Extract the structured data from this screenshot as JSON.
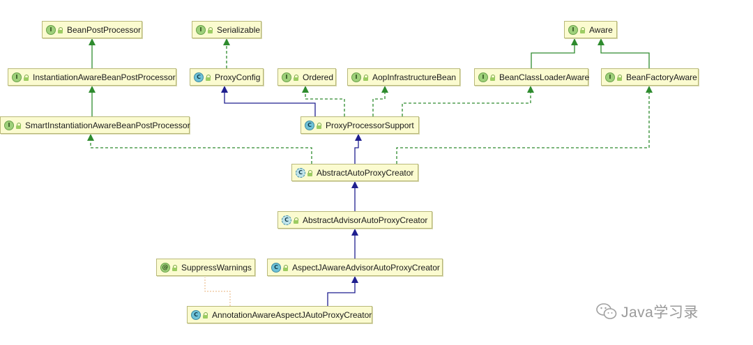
{
  "diagram": {
    "nodes": [
      {
        "id": "bean-post-processor",
        "kind": "interface",
        "badge": "I",
        "label": "BeanPostProcessor"
      },
      {
        "id": "serializable",
        "kind": "interface",
        "badge": "I",
        "label": "Serializable"
      },
      {
        "id": "aware",
        "kind": "interface",
        "badge": "I",
        "label": "Aware"
      },
      {
        "id": "instantiation-aware-bpp",
        "kind": "interface",
        "badge": "I",
        "label": "InstantiationAwareBeanPostProcessor"
      },
      {
        "id": "proxy-config",
        "kind": "class",
        "badge": "C",
        "label": "ProxyConfig"
      },
      {
        "id": "ordered",
        "kind": "interface",
        "badge": "I",
        "label": "Ordered"
      },
      {
        "id": "aop-infrastructure-bean",
        "kind": "interface",
        "badge": "I",
        "label": "AopInfrastructureBean"
      },
      {
        "id": "bean-class-loader-aware",
        "kind": "interface",
        "badge": "I",
        "label": "BeanClassLoaderAware"
      },
      {
        "id": "bean-factory-aware",
        "kind": "interface",
        "badge": "I",
        "label": "BeanFactoryAware"
      },
      {
        "id": "smart-instantiation-aware-bpp",
        "kind": "interface",
        "badge": "I",
        "label": "SmartInstantiationAwareBeanPostProcessor"
      },
      {
        "id": "proxy-processor-support",
        "kind": "class",
        "badge": "C",
        "label": "ProxyProcessorSupport"
      },
      {
        "id": "abstract-auto-proxy-creator",
        "kind": "abstract",
        "badge": "C",
        "label": "AbstractAutoProxyCreator"
      },
      {
        "id": "abstract-advisor-auto-proxy-creator",
        "kind": "abstract",
        "badge": "C",
        "label": "AbstractAdvisorAutoProxyCreator"
      },
      {
        "id": "suppress-warnings",
        "kind": "annotation",
        "badge": "@",
        "label": "SuppressWarnings"
      },
      {
        "id": "aspectj-aware-advisor-auto-proxy-creator",
        "kind": "class",
        "badge": "C",
        "label": "AspectJAwareAdvisorAutoProxyCreator"
      },
      {
        "id": "annotation-aware-aspectj-auto-proxy-creator",
        "kind": "class",
        "badge": "C",
        "label": "AnnotationAwareAspectJAutoProxyCreator"
      }
    ],
    "edges": [
      {
        "from": "instantiation-aware-bpp",
        "to": "bean-post-processor",
        "type": "extends-interface"
      },
      {
        "from": "smart-instantiation-aware-bpp",
        "to": "instantiation-aware-bpp",
        "type": "extends-interface"
      },
      {
        "from": "proxy-config",
        "to": "serializable",
        "type": "implements"
      },
      {
        "from": "bean-class-loader-aware",
        "to": "aware",
        "type": "extends-interface"
      },
      {
        "from": "bean-factory-aware",
        "to": "aware",
        "type": "extends-interface"
      },
      {
        "from": "proxy-processor-support",
        "to": "proxy-config",
        "type": "extends"
      },
      {
        "from": "proxy-processor-support",
        "to": "ordered",
        "type": "implements"
      },
      {
        "from": "proxy-processor-support",
        "to": "aop-infrastructure-bean",
        "type": "implements"
      },
      {
        "from": "proxy-processor-support",
        "to": "bean-class-loader-aware",
        "type": "implements"
      },
      {
        "from": "abstract-auto-proxy-creator",
        "to": "proxy-processor-support",
        "type": "extends"
      },
      {
        "from": "abstract-auto-proxy-creator",
        "to": "smart-instantiation-aware-bpp",
        "type": "implements"
      },
      {
        "from": "abstract-auto-proxy-creator",
        "to": "bean-factory-aware",
        "type": "implements"
      },
      {
        "from": "abstract-advisor-auto-proxy-creator",
        "to": "abstract-auto-proxy-creator",
        "type": "extends"
      },
      {
        "from": "aspectj-aware-advisor-auto-proxy-creator",
        "to": "abstract-advisor-auto-proxy-creator",
        "type": "extends"
      },
      {
        "from": "annotation-aware-aspectj-auto-proxy-creator",
        "to": "aspectj-aware-advisor-auto-proxy-creator",
        "type": "extends"
      },
      {
        "from": "annotation-aware-aspectj-auto-proxy-creator",
        "to": "suppress-warnings",
        "type": "annotated"
      }
    ],
    "colors": {
      "extends": "#1f1f8f",
      "implements": "#2e8b2e",
      "annotated": "#e8b07a",
      "node_fill": "#fbfbd0",
      "node_border": "#b9b97a"
    }
  },
  "watermark": {
    "icon": "wechat-icon",
    "text": "Java学习录"
  }
}
